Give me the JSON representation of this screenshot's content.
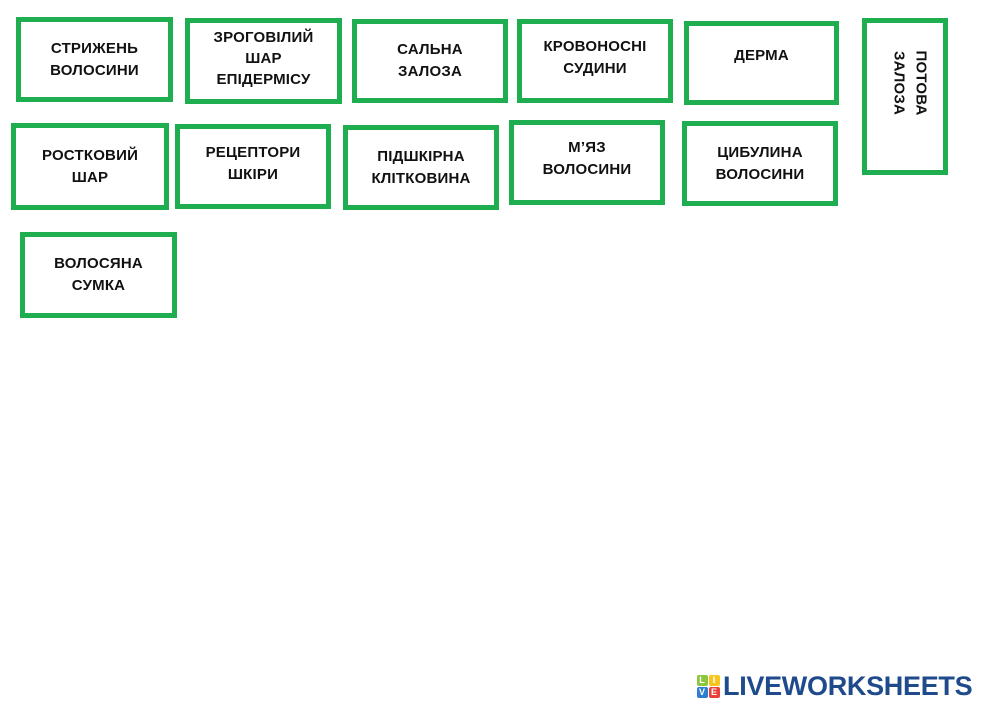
{
  "worksheet": {
    "cards": [
      {
        "id": "stryzhen",
        "text": "СТРИЖЕНЬ\nВОЛОСИНИ"
      },
      {
        "id": "zrogovilyi",
        "text": "ЗРОГОВІЛИЙ\nШАР\nЕПІДЕРМІСУ"
      },
      {
        "id": "salna",
        "text": "САЛЬНА\nЗАЛОЗА"
      },
      {
        "id": "krovonosni",
        "text": "КРОВОНОСНІ\nСУДИНИ"
      },
      {
        "id": "derma",
        "text": "ДЕРМА"
      },
      {
        "id": "potova",
        "text": "ПОТОВА\nЗАЛОЗА"
      },
      {
        "id": "roshkovyi",
        "text": "РОСТКОВИЙ\nШАР"
      },
      {
        "id": "retseptory",
        "text": "РЕЦЕПТОРИ\nШКІРИ"
      },
      {
        "id": "pidshkirna",
        "text": "ПІДШКІРНА\nКЛІТКОВИНА"
      },
      {
        "id": "miaz",
        "text": "М’ЯЗ\nВОЛОСИНИ"
      },
      {
        "id": "tsybulyna",
        "text": "ЦИБУЛИНА\nВОЛОСИНИ"
      },
      {
        "id": "volosiana",
        "text": "ВОЛОСЯНА\nСУМКА"
      }
    ],
    "card_border_color": "#1fae4f"
  },
  "logo": {
    "text": "LIVEWORKSHEETS",
    "icon_letters": [
      "L",
      "I",
      "V",
      "E"
    ],
    "icon_colors": [
      "#8cc63f",
      "#f7c520",
      "#2f7fd1",
      "#e8413c"
    ],
    "text_color": "#1f4a8c"
  }
}
